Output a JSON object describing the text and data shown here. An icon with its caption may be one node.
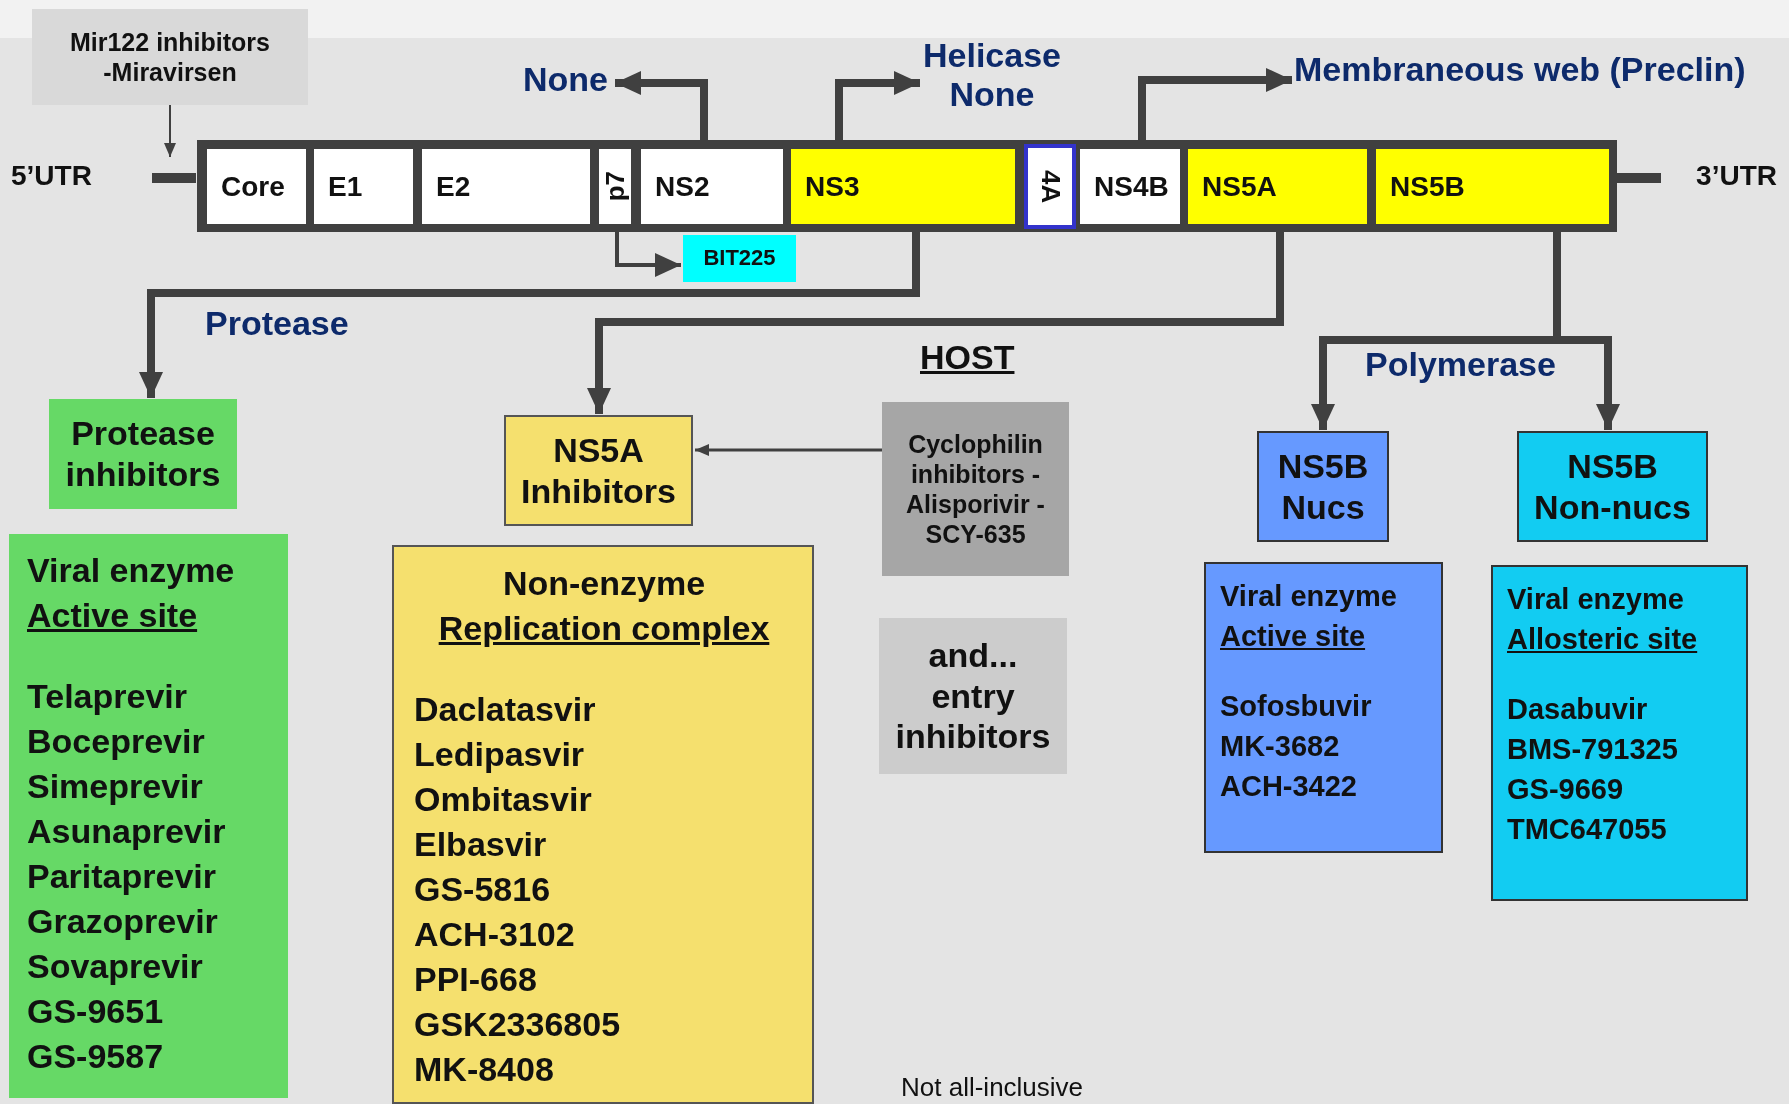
{
  "diagram": {
    "nodes": [
      {
        "text": [
          "Mir122 inhibitors -Miravirsen"
        ]
      },
      {
        "text": [
          "5’UTR"
        ]
      },
      {
        "text": [
          "Core"
        ]
      },
      {
        "text": [
          "E1"
        ]
      },
      {
        "text": [
          "E2"
        ]
      },
      {
        "text": [
          "p7"
        ]
      },
      {
        "text": [
          "NS2"
        ]
      },
      {
        "text": [
          "NS3"
        ]
      },
      {
        "text": [
          "4A"
        ]
      },
      {
        "text": [
          "NS4B"
        ]
      },
      {
        "text": [
          "NS5A"
        ]
      },
      {
        "text": [
          "NS5B"
        ]
      },
      {
        "text": [
          "3’UTR"
        ]
      },
      {
        "text": [
          "None"
        ]
      },
      {
        "text": [
          "Helicase",
          "None"
        ]
      },
      {
        "text": [
          "Membraneous web (Preclin)"
        ]
      },
      {
        "text": [
          "BIT225"
        ]
      },
      {
        "text": [
          "Protease inhibitors"
        ]
      },
      {
        "text": [
          "NS5A Inhibitors"
        ]
      },
      {
        "text": [
          "NS5B Nucs"
        ]
      },
      {
        "text": [
          "NS5B Non-nucs"
        ]
      },
      {
        "text": [
          "Cyclophilin inhibitors -Alisporivir -SCY-635"
        ]
      },
      {
        "text": [
          "and... entry inhibitors"
        ]
      },
      {
        "text": [
          "Viral enzyme",
          "Active site",
          "Telaprevir",
          "Boceprevir",
          "Simeprevir",
          "Asunaprevir",
          "Paritaprevir",
          "Grazoprevir",
          "Sovaprevir",
          "GS-9651",
          "GS-9587"
        ]
      },
      {
        "text": [
          "Non-enzyme",
          "Replication complex",
          "Daclatasvir",
          "Ledipasvir",
          "Ombitasvir",
          "Elbasvir",
          "GS-5816",
          "ACH-3102",
          "PPI-668",
          "GSK2336805",
          "MK-8408"
        ]
      },
      {
        "text": [
          "Viral enzyme",
          "Active site",
          "Sofosbuvir",
          "MK-3682",
          "ACH-3422"
        ]
      },
      {
        "text": [
          "Viral enzyme",
          "Allosteric site",
          "Dasabuvir",
          "BMS-791325",
          "GS-9669",
          "TMC647055"
        ]
      }
    ],
    "edges": [
      {
        "from": 0,
        "to": 1,
        "arrow": "to"
      },
      {
        "from": 6,
        "to": 13,
        "arrow": "to"
      },
      {
        "from": 7,
        "to": 14,
        "arrow": "to"
      },
      {
        "from": 9,
        "to": 15,
        "arrow": "to"
      },
      {
        "from": 5,
        "to": 16,
        "arrow": "to"
      },
      {
        "from": 7,
        "to": 17,
        "arrow": "to",
        "label": "Protease"
      },
      {
        "from": 10,
        "to": 18,
        "arrow": "to"
      },
      {
        "from": 11,
        "to": 19,
        "arrow": "to",
        "label": "Polymerase"
      },
      {
        "from": 11,
        "to": 20,
        "arrow": "to"
      },
      {
        "from": 21,
        "to": 18,
        "arrow": "to"
      }
    ],
    "labels": [
      "HOST",
      "Not all-inclusive"
    ]
  }
}
